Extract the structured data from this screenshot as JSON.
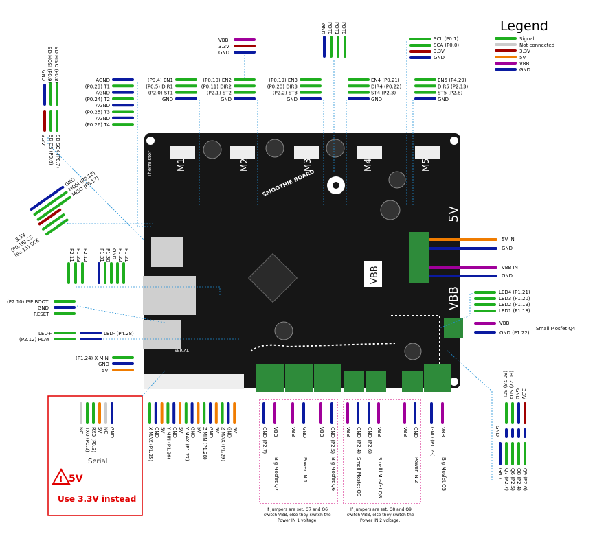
{
  "legend": {
    "title": "Legend",
    "items": [
      {
        "label": "Signal",
        "color": "#1fae1f"
      },
      {
        "label": "Not connected",
        "color": "#cccccc"
      },
      {
        "label": "3.3V",
        "color": "#a00000"
      },
      {
        "label": "5V",
        "color": "#f07c00"
      },
      {
        "label": "VBB",
        "color": "#a0009a"
      },
      {
        "label": "GND",
        "color": "#0a1aa0"
      }
    ]
  },
  "colors": {
    "signal": "#1fae1f",
    "nc": "#cccccc",
    "v33": "#a00000",
    "v5": "#f07c00",
    "vbb": "#a0009a",
    "gnd": "#0a1aa0",
    "board": "#161616",
    "terminal": "#2e8b3a",
    "leader": "#1e8fd6",
    "warning": "#e00000",
    "magenta_box": "#d0007a"
  },
  "top_power": [
    "VBB",
    "3.3V",
    "GND"
  ],
  "top_pots": [
    "GND",
    "POT0",
    "POT1",
    "POT8"
  ],
  "top_right_i2c": [
    "SCL (P0.1)",
    "SCA (P0.0)",
    "3.3V",
    "GND"
  ],
  "sd_pins": [
    "SD MISO (P0.8)",
    "SD MOSI (P0.9)",
    "GND",
    "SD SCK (P0.7)",
    "SD CS (P0.6)",
    "3.3V"
  ],
  "thermistor_pins": [
    "AGND",
    "(P0.23) T1",
    "AGND",
    "(P0.24) T2",
    "AGND",
    "(P0.25) T3",
    "AGND",
    "(P0.26) T4"
  ],
  "motor_blocks": [
    [
      "(P0.4) EN1",
      "(P0.5) DIR1",
      "(P2.0) ST1",
      "GND"
    ],
    [
      "(P0.10) EN2",
      "(P0.11) DIR2",
      "(P2.1) ST2",
      "GND"
    ],
    [
      "(P0.19) EN3",
      "(P0.20) DIR3",
      "(P2.2) ST3",
      "GND"
    ],
    [
      "EN4 (P0.21)",
      "DIR4 (P0.22)",
      "ST4 (P2.3)",
      "GND"
    ],
    [
      "EN5 (P4.29)",
      "DIR5 (P2.13)",
      "ST5 (P2.8)",
      "GND"
    ]
  ],
  "spi_pins": [
    "GND",
    "MOSI (P0.18)",
    "MISO (P0.17)",
    "3.3V",
    "(P0.16) CS",
    "(P0.15) SCK"
  ],
  "side_pins": [
    "P2.11",
    "P1.23",
    "P2.12",
    "P1.31",
    "P1.30",
    "GND",
    "P1.22",
    "P1.21"
  ],
  "isp": [
    "(P2.10) ISP BOOT",
    "GND",
    "RESET"
  ],
  "led_play": [
    "LED+",
    "LED- (P4.28)",
    "(P2.12) PLAY"
  ],
  "xmin": [
    "(P1.24) X MIN",
    "GND",
    "5V"
  ],
  "power_in": [
    "5V IN",
    "GND",
    "VBB IN",
    "GND"
  ],
  "leds": [
    "LED4 (P1.21)",
    "LED3 (P1.20)",
    "LED2 (P1.19)",
    "LED1 (P1.18)"
  ],
  "mosfet_q4": {
    "pins": [
      "VBB",
      "GND (P1.22)"
    ],
    "title": "Small Mosfet Q4"
  },
  "right_bottom": [
    "3.3V",
    "GND",
    "(P0.27) SDA",
    "(P0.28) SCL",
    "GND",
    "Q9 (P2.6)",
    "Q8 (P2.4)",
    "Q6 (P2.5)",
    "Q7 (P2.7)",
    "GND"
  ],
  "serial": {
    "pins": [
      "NC",
      "TX0 (P0.2)",
      "RX0 (P0.3)",
      "5V",
      "NC",
      "GND"
    ],
    "title": "Serial",
    "warning_voltage": "5V",
    "warning_text": "Use 3.3V instead"
  },
  "endstops": [
    "X MAX (P1.25)",
    "GND",
    "5V",
    "Y MIN (P1.26)",
    "GND",
    "5V",
    "Y MAX (P1.27)",
    "GND",
    "5V",
    "Z MIN (P1.28)",
    "GND",
    "5V",
    "Z MAX (P1.29)",
    "GND",
    "5V"
  ],
  "outputs": {
    "q7": [
      "GND (P2.7)",
      "VBB"
    ],
    "q7_title": "Big Mosfet Q7",
    "pin1": [
      "VBB",
      "GND"
    ],
    "pin1_title": "Power IN 1",
    "q6": [
      "VBB",
      "GND (P2.5)"
    ],
    "q6_title": "Big Mosfet Q6",
    "q9": [
      "VBB",
      "GND (P2.4)"
    ],
    "q9_title": "Small Mosfet Q9",
    "q8": [
      "GND (P2.6)",
      "VBB"
    ],
    "q8_title": "Smalll Mosfet Q8",
    "pin2": [
      "VBB",
      "GND"
    ],
    "pin2_title": "Power IN 2",
    "q5": [
      "GND (P1.23)",
      "VBB"
    ],
    "q5_title": "Big Mosfet Q5"
  },
  "notes": {
    "left": [
      "If jumpers are set, Q7 and Q6",
      "switch VBB, else they switch the",
      "Power IN 1 voltage."
    ],
    "right": [
      "If jumpers are set, Q8 and Q9",
      "switch VBB, else they switch the",
      "Power IN 2 voltage."
    ]
  },
  "board": {
    "motors": [
      "M1",
      "M2",
      "M3",
      "M4",
      "M5"
    ],
    "logo": "SMOOTHIE BOARD",
    "thermistor": "Thermistor",
    "v5": "5V",
    "vbb": "VBB",
    "vbb_small": "VBB",
    "serial": "SERIAL"
  }
}
